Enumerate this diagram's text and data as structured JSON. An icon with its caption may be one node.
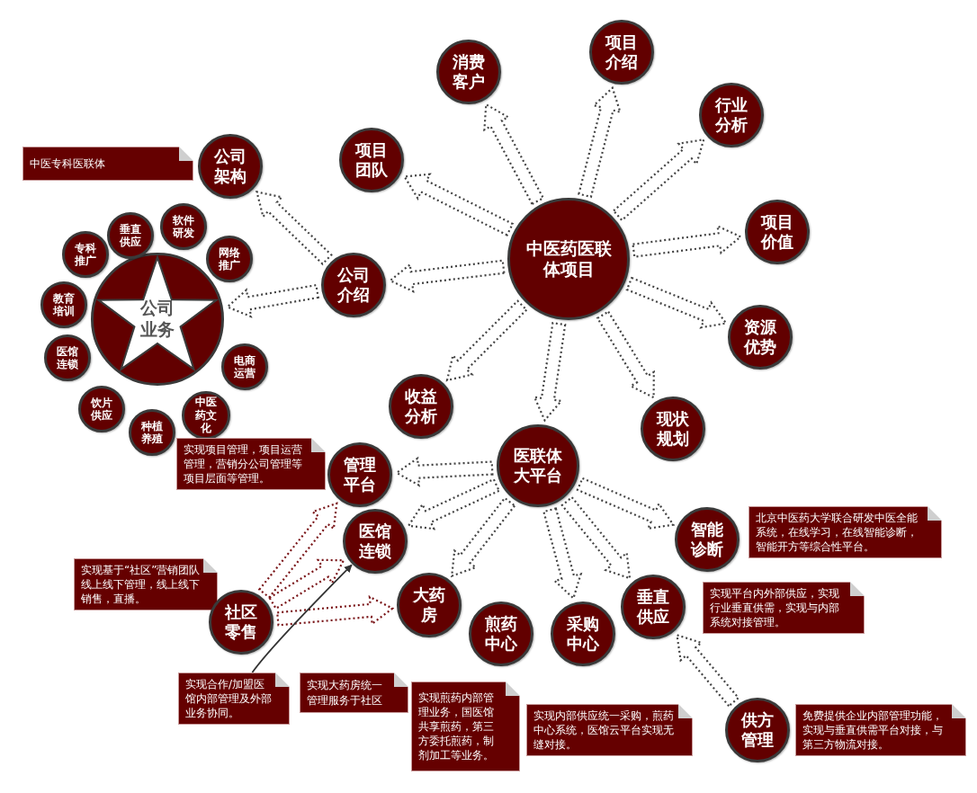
{
  "diagram": {
    "nodes": [
      {
        "text": [
          "中医药医联体项目"
        ]
      },
      {
        "text": [
          "消费客户"
        ]
      },
      {
        "text": [
          "项目介绍"
        ]
      },
      {
        "text": [
          "行业分析"
        ]
      },
      {
        "text": [
          "项目团队"
        ]
      },
      {
        "text": [
          "项目价值"
        ]
      },
      {
        "text": [
          "公司介绍"
        ]
      },
      {
        "text": [
          "资源优势"
        ]
      },
      {
        "text": [
          "收益分析"
        ]
      },
      {
        "text": [
          "现状规划"
        ]
      },
      {
        "text": [
          "中医专科医联体"
        ]
      },
      {
        "text": [
          "公司架构"
        ]
      },
      {
        "text": [
          "公司业务"
        ]
      },
      {
        "text": [
          "垂直供应"
        ]
      },
      {
        "text": [
          "软件研发"
        ]
      },
      {
        "text": [
          "专科推广"
        ]
      },
      {
        "text": [
          "网络推广"
        ]
      },
      {
        "text": [
          "教育培训"
        ]
      },
      {
        "text": [
          "医馆连锁"
        ]
      },
      {
        "text": [
          "电商运营"
        ]
      },
      {
        "text": [
          "饮片供应"
        ]
      },
      {
        "text": [
          "中医药文化"
        ]
      },
      {
        "text": [
          "种植养殖"
        ]
      },
      {
        "text": [
          "医联体大平台"
        ]
      },
      {
        "text": [
          "实现项目管理，项目运营管理，营销分公司管理等项目层面等管理。"
        ]
      },
      {
        "text": [
          "管理平台"
        ]
      },
      {
        "text": [
          "北京中医药大学联合研发中医全能系统，在线学习，在线智能诊断，智能开方等综合性平台。"
        ]
      },
      {
        "text": [
          "智能诊断"
        ]
      },
      {
        "text": [
          "医馆连锁"
        ]
      },
      {
        "text": [
          "实现基于“社区”营销团队线上线下管理，线上线下销售，直播。"
        ]
      },
      {
        "text": [
          "实现平台内外部供应，实现行业垂直供需，实现与内部系统对接管理。"
        ]
      },
      {
        "text": [
          "大药房"
        ]
      },
      {
        "text": [
          "垂直供应"
        ]
      },
      {
        "text": [
          "社区零售"
        ]
      },
      {
        "text": [
          "煎药中心"
        ]
      },
      {
        "text": [
          "采购中心"
        ]
      },
      {
        "text": [
          "实现合作/加盟医馆内部管理及外部业务协同。"
        ]
      },
      {
        "text": [
          "实现大药房统一管理服务于社区"
        ]
      },
      {
        "text": [
          "实现煎药内部管理业务，国医馆共享煎药，第三方委托煎药，制剂加工等业务。"
        ]
      },
      {
        "text": [
          "实现内部供应统一采购，煎药中心系统，医馆云平台实现无缝对接。"
        ]
      },
      {
        "text": [
          "供方管理"
        ]
      },
      {
        "text": [
          "免费提供企业内部管理功能，实现与垂直供需平台对接，与第三方物流对接。"
        ]
      }
    ],
    "edges": [
      {
        "from": 0,
        "to": 1,
        "arrow": "to",
        "style": "dashed"
      },
      {
        "from": 0,
        "to": 2,
        "arrow": "to",
        "style": "dashed"
      },
      {
        "from": 0,
        "to": 3,
        "arrow": "to",
        "style": "dashed"
      },
      {
        "from": 0,
        "to": 4,
        "arrow": "to",
        "style": "dashed"
      },
      {
        "from": 0,
        "to": 5,
        "arrow": "to",
        "style": "dashed"
      },
      {
        "from": 0,
        "to": 6,
        "arrow": "to",
        "style": "dashed"
      },
      {
        "from": 0,
        "to": 7,
        "arrow": "to",
        "style": "dashed"
      },
      {
        "from": 0,
        "to": 8,
        "arrow": "to",
        "style": "dashed"
      },
      {
        "from": 0,
        "to": 9,
        "arrow": "to",
        "style": "dashed"
      },
      {
        "from": 0,
        "to": 23,
        "arrow": "to",
        "style": "dashed"
      },
      {
        "from": 6,
        "to": 11,
        "arrow": "to",
        "style": "dashed"
      },
      {
        "from": 6,
        "to": 12,
        "arrow": "to",
        "style": "dashed"
      },
      {
        "from": 23,
        "to": 25,
        "arrow": "to",
        "style": "dashed"
      },
      {
        "from": 23,
        "to": 28,
        "arrow": "to",
        "style": "dashed"
      },
      {
        "from": 23,
        "to": 31,
        "arrow": "to",
        "style": "dashed"
      },
      {
        "from": 23,
        "to": 35,
        "arrow": "to",
        "style": "dashed"
      },
      {
        "from": 23,
        "to": 32,
        "arrow": "to",
        "style": "dashed"
      },
      {
        "from": 23,
        "to": 27,
        "arrow": "to",
        "style": "dashed"
      },
      {
        "from": 33,
        "to": 25,
        "arrow": "to",
        "style": "dashed",
        "color": "#7a1518"
      },
      {
        "from": 33,
        "to": 28,
        "arrow": "to",
        "style": "dashed",
        "color": "#7a1518"
      },
      {
        "from": 33,
        "to": 31,
        "arrow": "to",
        "style": "dashed",
        "color": "#7a1518"
      },
      {
        "from": 40,
        "to": 32,
        "arrow": "to",
        "style": "dashed"
      },
      {
        "from": 36,
        "to": 28,
        "arrow": "to"
      }
    ]
  }
}
